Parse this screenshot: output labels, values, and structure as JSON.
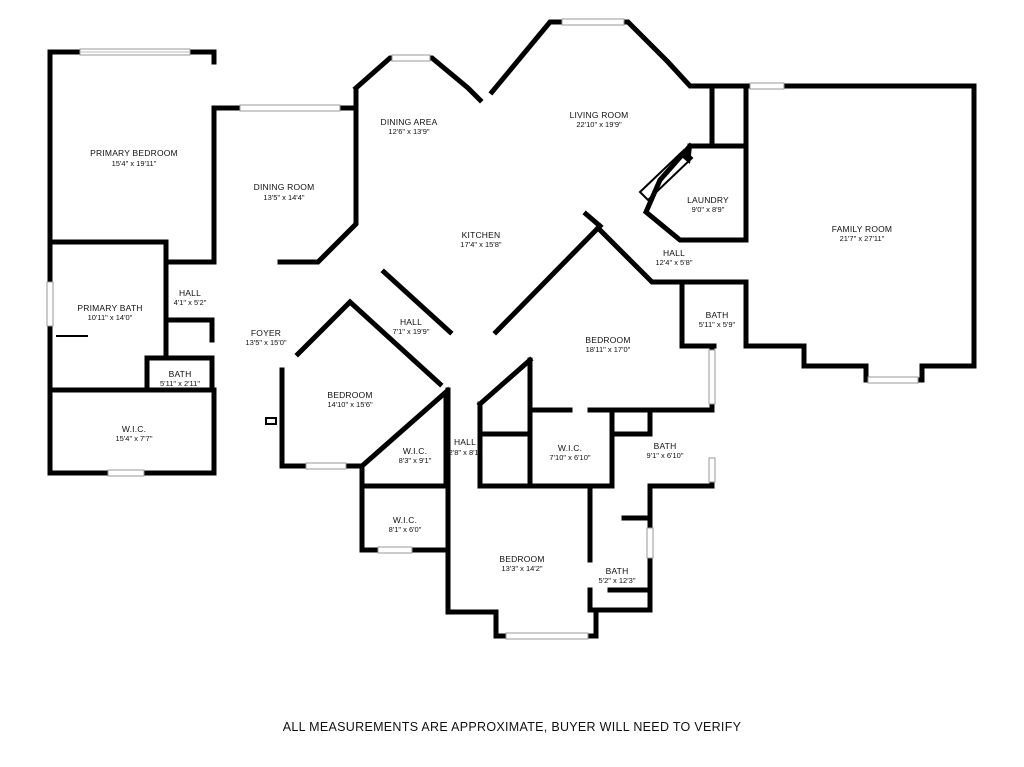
{
  "rooms": [
    {
      "id": "primary-bedroom",
      "name": "PRIMARY BEDROOM",
      "dims": "15'4\" x 19'11\""
    },
    {
      "id": "dining-room",
      "name": "DINING ROOM",
      "dims": "13'5\" x 14'4\""
    },
    {
      "id": "dining-area",
      "name": "DINING AREA",
      "dims": "12'6\" x 13'9\""
    },
    {
      "id": "living-room",
      "name": "LIVING ROOM",
      "dims": "22'10\" x 19'9\""
    },
    {
      "id": "laundry",
      "name": "LAUNDRY",
      "dims": "9'0\" x 8'9\""
    },
    {
      "id": "family-room",
      "name": "FAMILY ROOM",
      "dims": "21'7\" x 27'11\""
    },
    {
      "id": "kitchen",
      "name": "KITCHEN",
      "dims": "17'4\" x 15'8\""
    },
    {
      "id": "hall-a",
      "name": "HALL",
      "dims": "4'1\" x 5'2\""
    },
    {
      "id": "hall-b",
      "name": "HALL",
      "dims": "12'4\" x 5'8\""
    },
    {
      "id": "primary-bath",
      "name": "PRIMARY BATH",
      "dims": "10'11\" x 14'0\""
    },
    {
      "id": "foyer",
      "name": "FOYER",
      "dims": "13'5\" x 15'0\""
    },
    {
      "id": "hall-c",
      "name": "HALL",
      "dims": "7'1\" x 19'9\""
    },
    {
      "id": "bath-a",
      "name": "BATH",
      "dims": "5'11\" x 5'9\""
    },
    {
      "id": "bedroom-a",
      "name": "BEDROOM",
      "dims": "18'11\" x 17'0\""
    },
    {
      "id": "bath-b",
      "name": "BATH",
      "dims": "5'11\" x 2'11\""
    },
    {
      "id": "bedroom-b",
      "name": "BEDROOM",
      "dims": "14'10\" x 15'6\""
    },
    {
      "id": "wic-a",
      "name": "W.I.C.",
      "dims": "15'4\" x 7'7\""
    },
    {
      "id": "wic-b",
      "name": "W.I.C.",
      "dims": "8'3\" x 9'1\""
    },
    {
      "id": "hall-d",
      "name": "HALL",
      "dims": "2'8\" x 8'1\""
    },
    {
      "id": "wic-c",
      "name": "W.I.C.",
      "dims": "7'10\" x 6'10\""
    },
    {
      "id": "bath-c",
      "name": "BATH",
      "dims": "9'1\" x 6'10\""
    },
    {
      "id": "wic-d",
      "name": "W.I.C.",
      "dims": "8'1\" x 6'0\""
    },
    {
      "id": "bedroom-c",
      "name": "BEDROOM",
      "dims": "13'3\" x 14'2\""
    },
    {
      "id": "bath-d",
      "name": "BATH",
      "dims": "5'2\" x 12'3\""
    }
  ],
  "disclaimer": "ALL MEASUREMENTS ARE APPROXIMATE, BUYER WILL NEED TO VERIFY"
}
